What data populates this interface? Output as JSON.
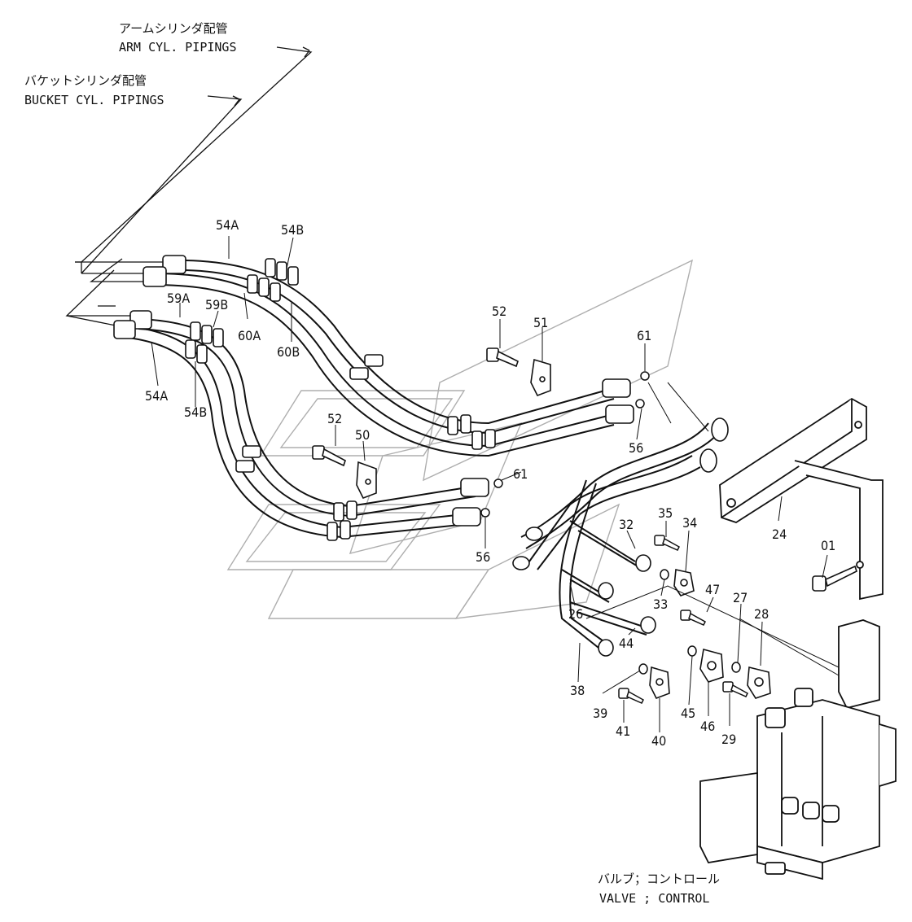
{
  "labels": {
    "arm_jp": "アームシリンダ配管",
    "arm_en": "ARM CYL. PIPINGS",
    "bucket_jp": "バケットシリンダ配管",
    "bucket_en": "BUCKET CYL. PIPINGS",
    "valve_jp": "バルブ；コントロール",
    "valve_en": "VALVE ; CONTROL"
  },
  "parts": {
    "p54A_top": "54A",
    "p54B_top": "54B",
    "p59A": "59A",
    "p59B": "59B",
    "p60A": "60A",
    "p60B": "60B",
    "p54A_bot": "54A",
    "p54B_bot": "54B",
    "p52_top": "52",
    "p51": "51",
    "p61_top": "61",
    "p52_mid": "52",
    "p50": "50",
    "p61_mid": "61",
    "p56_top": "56",
    "p56_bot": "56",
    "p24": "24",
    "p01": "01",
    "p32": "32",
    "p35": "35",
    "p34": "34",
    "p33": "33",
    "p47": "47",
    "p26": "26",
    "p27": "27",
    "p28": "28",
    "p44": "44",
    "p38": "38",
    "p39": "39",
    "p41": "41",
    "p40": "40",
    "p45": "45",
    "p46": "46",
    "p29": "29"
  }
}
